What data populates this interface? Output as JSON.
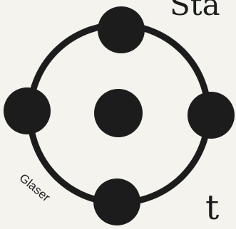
{
  "fragments": {
    "top": "Sta",
    "bottom": "t"
  },
  "signature": "Glaser",
  "colors": {
    "background": "#f4f3ee",
    "ink": "#1c1c1c"
  }
}
